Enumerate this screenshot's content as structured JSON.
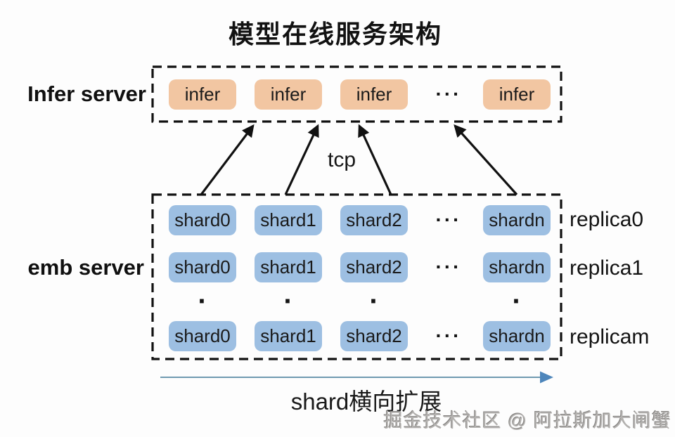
{
  "title": "模型在线服务架构",
  "colors": {
    "infer_fill": "#f2c6a2",
    "shard_fill": "#9dbfe2",
    "line_black": "#111111",
    "scale_line": "#6f9ab0",
    "scale_head": "#4e86bb"
  },
  "infer_server": {
    "label": "Infer server",
    "nodes": [
      "infer",
      "infer",
      "infer",
      "infer"
    ],
    "ellipsis": "···"
  },
  "network": {
    "protocol_label": "tcp"
  },
  "emb_server": {
    "label": "emb server",
    "ellipsis": "···",
    "vdot": "·",
    "rows": [
      {
        "shards": [
          "shard0",
          "shard1",
          "shard2",
          "shardn"
        ],
        "replica": "replica0"
      },
      {
        "shards": [
          "shard0",
          "shard1",
          "shard2",
          "shardn"
        ],
        "replica": "replica1"
      },
      {
        "shards": [
          "shard0",
          "shard1",
          "shard2",
          "shardn"
        ],
        "replica": "replicam"
      }
    ]
  },
  "scale_axis": {
    "label": "shard横向扩展"
  },
  "watermark": "掘金技术社区 @ 阿拉斯加大闸蟹"
}
